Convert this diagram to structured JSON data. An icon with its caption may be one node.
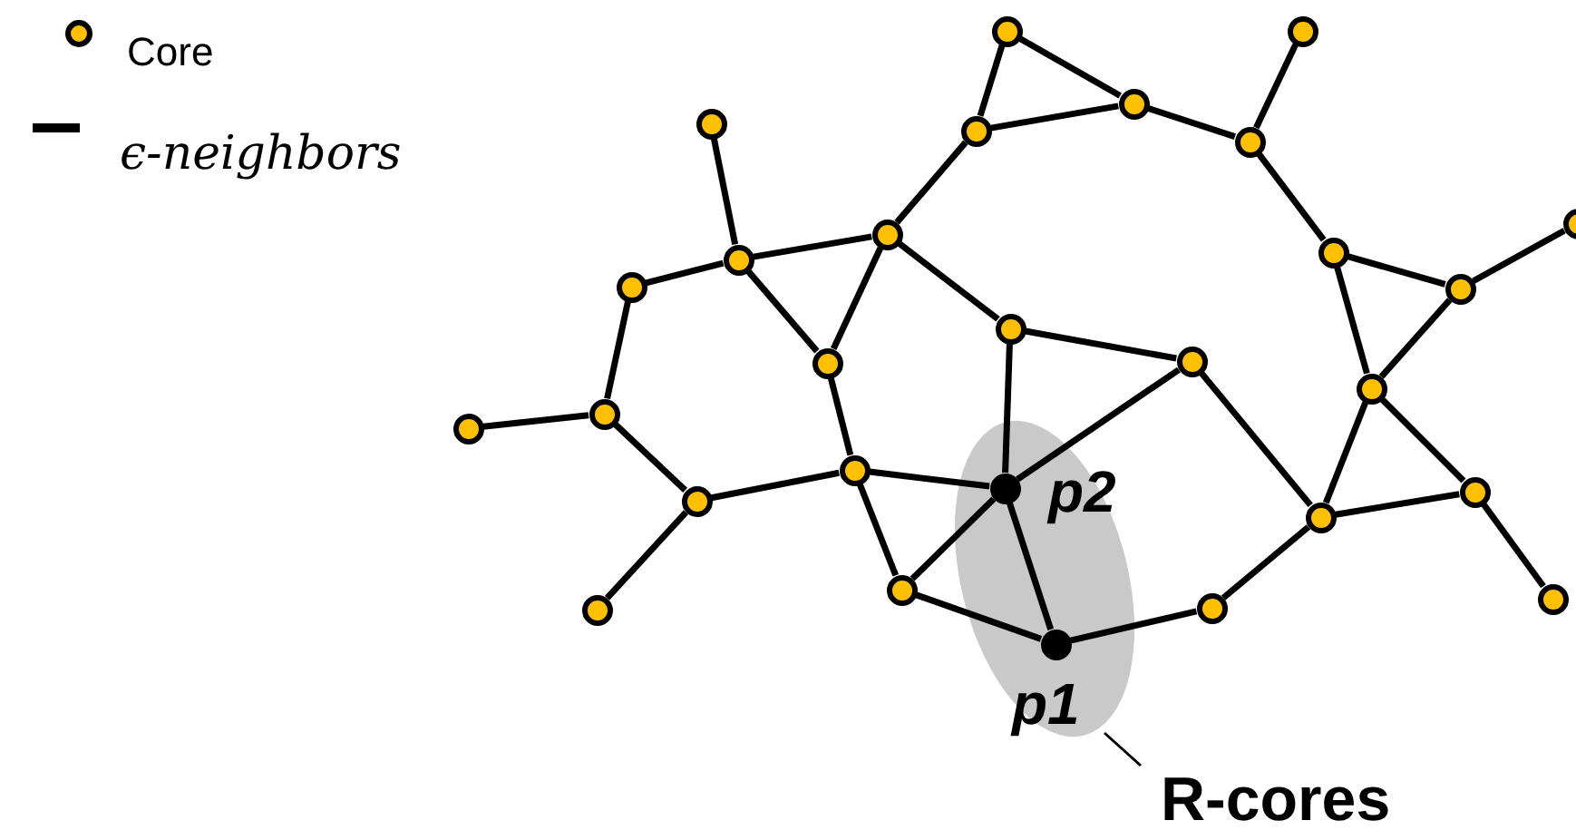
{
  "diagram": {
    "nodes": [
      {
        "text": [],
        "shape": "circle"
      },
      {
        "text": [],
        "shape": "circle"
      },
      {
        "text": [],
        "shape": "circle"
      },
      {
        "text": [],
        "shape": "circle"
      },
      {
        "text": [],
        "shape": "circle"
      },
      {
        "text": [],
        "shape": "circle"
      },
      {
        "text": [],
        "shape": "circle"
      },
      {
        "text": [],
        "shape": "circle"
      },
      {
        "text": [],
        "shape": "circle"
      },
      {
        "text": [],
        "shape": "circle"
      },
      {
        "text": [],
        "shape": "circle"
      },
      {
        "text": [],
        "shape": "circle"
      },
      {
        "text": [],
        "shape": "circle"
      },
      {
        "text": [],
        "shape": "circle"
      },
      {
        "text": [],
        "shape": "circle"
      },
      {
        "text": [],
        "shape": "circle"
      },
      {
        "text": [],
        "shape": "circle"
      },
      {
        "text": [],
        "shape": "circle"
      },
      {
        "text": [],
        "shape": "ellipse"
      },
      {
        "text": [],
        "shape": "circle",
        "in": 18,
        "beside": [
          "p2"
        ]
      },
      {
        "text": [],
        "shape": "circle",
        "in": 18,
        "beside": [
          "p1"
        ]
      },
      {
        "text": [],
        "shape": "circle"
      },
      {
        "text": [],
        "shape": "circle"
      },
      {
        "text": [],
        "shape": "circle"
      },
      {
        "text": [],
        "shape": "circle"
      },
      {
        "text": [],
        "shape": "circle"
      },
      {
        "text": [],
        "shape": "circle"
      },
      {
        "text": [],
        "shape": "circle"
      },
      {
        "text": [],
        "shape": "circle"
      },
      {
        "text": [
          "R-cores"
        ]
      }
    ],
    "edges": [
      {
        "from": 3,
        "to": 9,
        "arrow": "none"
      },
      {
        "from": 10,
        "to": 9,
        "arrow": "none"
      },
      {
        "from": 9,
        "to": 7,
        "arrow": "none"
      },
      {
        "from": 9,
        "to": 14,
        "arrow": "none"
      },
      {
        "from": 7,
        "to": 14,
        "arrow": "none"
      },
      {
        "from": 7,
        "to": 4,
        "arrow": "none"
      },
      {
        "from": 7,
        "to": 12,
        "arrow": "none"
      },
      {
        "from": 4,
        "to": 0,
        "arrow": "none"
      },
      {
        "from": 4,
        "to": 2,
        "arrow": "none"
      },
      {
        "from": 0,
        "to": 2,
        "arrow": "none"
      },
      {
        "from": 2,
        "to": 5,
        "arrow": "none"
      },
      {
        "from": 5,
        "to": 1,
        "arrow": "none"
      },
      {
        "from": 5,
        "to": 8,
        "arrow": "none"
      },
      {
        "from": 8,
        "to": 11,
        "arrow": "none"
      },
      {
        "from": 11,
        "to": 6,
        "arrow": "none"
      },
      {
        "from": 8,
        "to": 15,
        "arrow": "none"
      },
      {
        "from": 11,
        "to": 15,
        "arrow": "none"
      },
      {
        "from": 12,
        "to": 19,
        "arrow": "none"
      },
      {
        "from": 12,
        "to": 13,
        "arrow": "none"
      },
      {
        "from": 13,
        "to": 19,
        "arrow": "none"
      },
      {
        "from": 13,
        "to": 24,
        "arrow": "none"
      },
      {
        "from": 15,
        "to": 24,
        "arrow": "none"
      },
      {
        "from": 15,
        "to": 22,
        "arrow": "none"
      },
      {
        "from": 24,
        "to": 22,
        "arrow": "none"
      },
      {
        "from": 22,
        "to": 26,
        "arrow": "none"
      },
      {
        "from": 24,
        "to": 27,
        "arrow": "none"
      },
      {
        "from": 27,
        "to": 20,
        "arrow": "none"
      },
      {
        "from": 20,
        "to": 19,
        "arrow": "none"
      },
      {
        "from": 20,
        "to": 25,
        "arrow": "none"
      },
      {
        "from": 25,
        "to": 19,
        "arrow": "none"
      },
      {
        "from": 21,
        "to": 25,
        "arrow": "none"
      },
      {
        "from": 21,
        "to": 19,
        "arrow": "none"
      },
      {
        "from": 14,
        "to": 21,
        "arrow": "none"
      },
      {
        "from": 10,
        "to": 16,
        "arrow": "none"
      },
      {
        "from": 16,
        "to": 17,
        "arrow": "none"
      },
      {
        "from": 16,
        "to": 23,
        "arrow": "none"
      },
      {
        "from": 23,
        "to": 21,
        "arrow": "none"
      },
      {
        "from": 23,
        "to": 28,
        "arrow": "none"
      },
      {
        "from": 29,
        "to": 18,
        "arrow": "none"
      }
    ],
    "legend": [
      {
        "text": "Core"
      },
      {
        "text": "ϵ-neighbors"
      }
    ]
  }
}
